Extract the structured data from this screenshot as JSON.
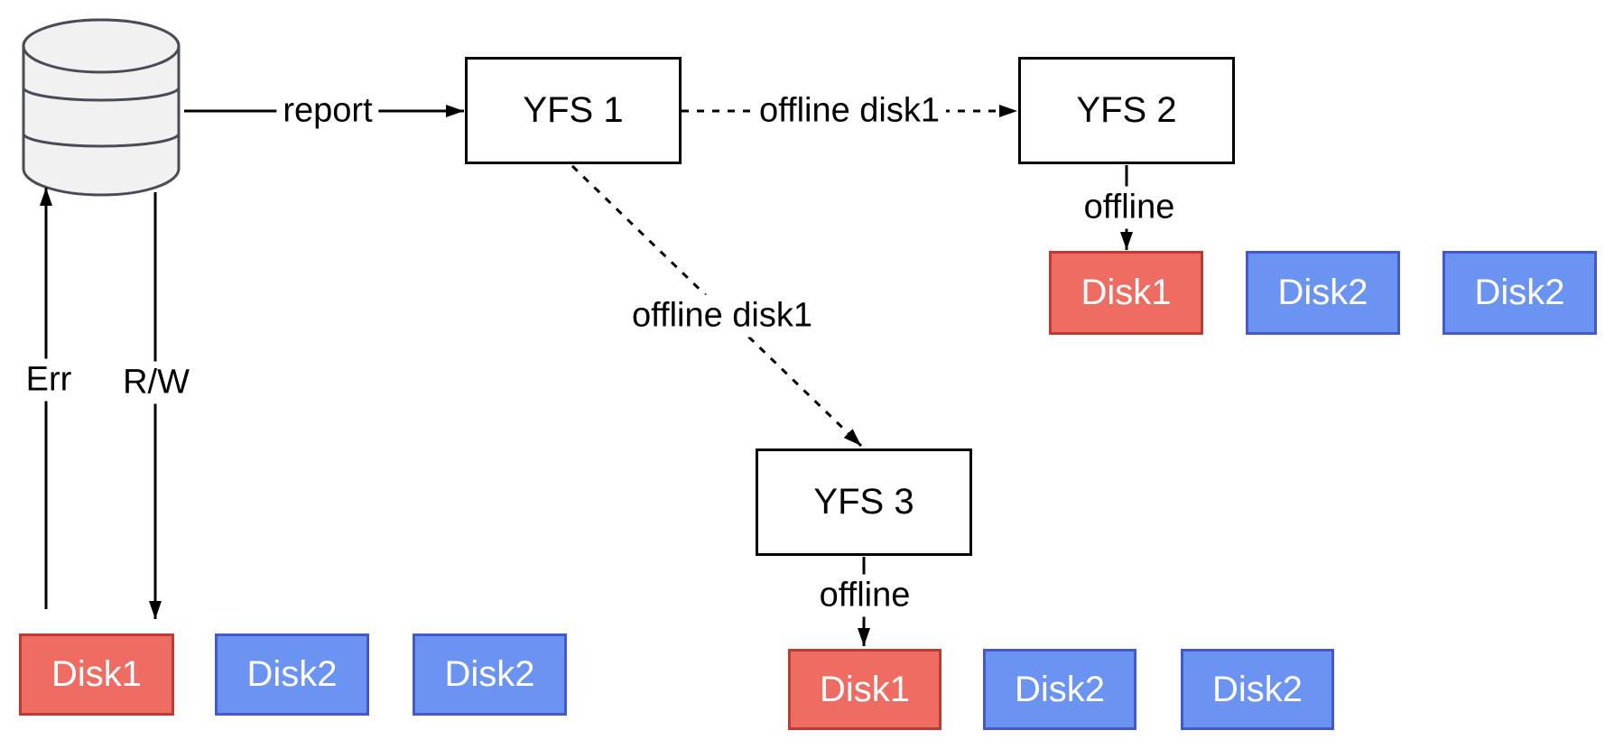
{
  "colors": {
    "line_color": "#000000",
    "cylinder_fill": "#f1f1f1",
    "cylinder_stroke": "#474c55",
    "disk_offline_fill": "#ee6c62",
    "disk_offline_stroke": "#be3b31",
    "disk_online_fill": "#6b93f2",
    "disk_online_stroke": "#4458ce"
  },
  "nodes": {
    "yfs1": {
      "label": "YFS 1"
    },
    "yfs2": {
      "label": "YFS 2"
    },
    "yfs3": {
      "label": "YFS 3"
    }
  },
  "database": {
    "icon": "database-cylinder"
  },
  "edges": {
    "report": {
      "label": "report",
      "style": "solid",
      "from": "database",
      "to": "yfs1"
    },
    "offline_disk1_horizontal": {
      "label": "offline disk1",
      "style": "dashed",
      "from": "yfs1",
      "to": "yfs2"
    },
    "offline_disk1_diagonal": {
      "label": "offline disk1",
      "style": "dashed",
      "from": "yfs1",
      "to": "yfs3"
    },
    "yfs2_offline": {
      "label": "offline",
      "style": "solid",
      "from": "yfs2",
      "to": "disk1"
    },
    "yfs3_offline": {
      "label": "offline",
      "style": "solid",
      "from": "yfs3",
      "to": "disk1"
    },
    "err": {
      "label": "Err",
      "style": "solid",
      "from": "disk1",
      "to": "database"
    },
    "rw": {
      "label": "R/W",
      "style": "solid",
      "from": "database",
      "to": "disk1"
    }
  },
  "disk_rows": {
    "database": {
      "disks": [
        {
          "label": "Disk1",
          "state": "offline"
        },
        {
          "label": "Disk2",
          "state": "online"
        },
        {
          "label": "Disk2",
          "state": "online"
        }
      ]
    },
    "yfs2": {
      "disks": [
        {
          "label": "Disk1",
          "state": "offline"
        },
        {
          "label": "Disk2",
          "state": "online"
        },
        {
          "label": "Disk2",
          "state": "online"
        }
      ]
    },
    "yfs3": {
      "disks": [
        {
          "label": "Disk1",
          "state": "offline"
        },
        {
          "label": "Disk2",
          "state": "online"
        },
        {
          "label": "Disk2",
          "state": "online"
        }
      ]
    }
  }
}
